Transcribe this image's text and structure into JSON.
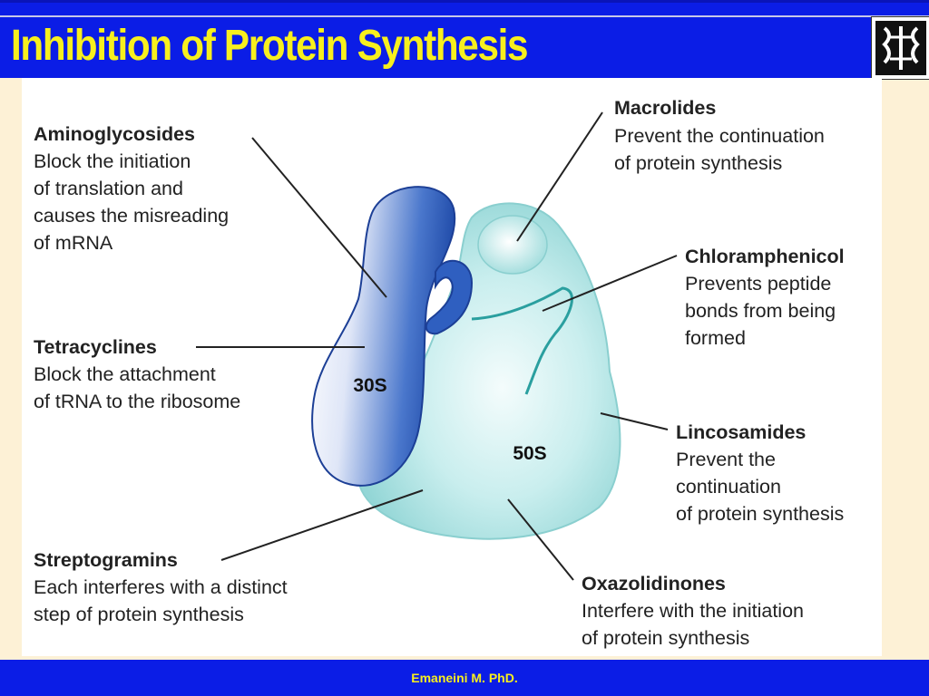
{
  "slide": {
    "title": "Inhibition of Protein Synthesis",
    "author": "Emaneini M. PhD."
  },
  "ribosome": {
    "small_subunit": "30S",
    "large_subunit": "50S",
    "small_color": "#2b5bb8",
    "large_color": "#9fdcdc"
  },
  "antibiotics": [
    {
      "name": "Aminoglycosides",
      "desc": [
        "Block the initiation",
        "of translation and",
        "causes the misreading",
        "of mRNA"
      ]
    },
    {
      "name": "Tetracyclines",
      "desc": [
        "Block the attachment",
        "of tRNA to the ribosome"
      ]
    },
    {
      "name": "Streptogramins",
      "desc": [
        "Each interferes with a distinct",
        "step of protein synthesis"
      ]
    },
    {
      "name": "Macrolides",
      "desc": [
        "Prevent the continuation",
        "of protein synthesis"
      ]
    },
    {
      "name": "Chloramphenicol",
      "desc": [
        "Prevents peptide",
        "bonds from being",
        "formed"
      ]
    },
    {
      "name": "Lincosamides",
      "desc": [
        "Prevent the",
        "continuation",
        "of protein synthesis"
      ]
    },
    {
      "name": "Oxazolidinones",
      "desc": [
        "Interfere with the initiation",
        "of protein synthesis"
      ]
    }
  ]
}
